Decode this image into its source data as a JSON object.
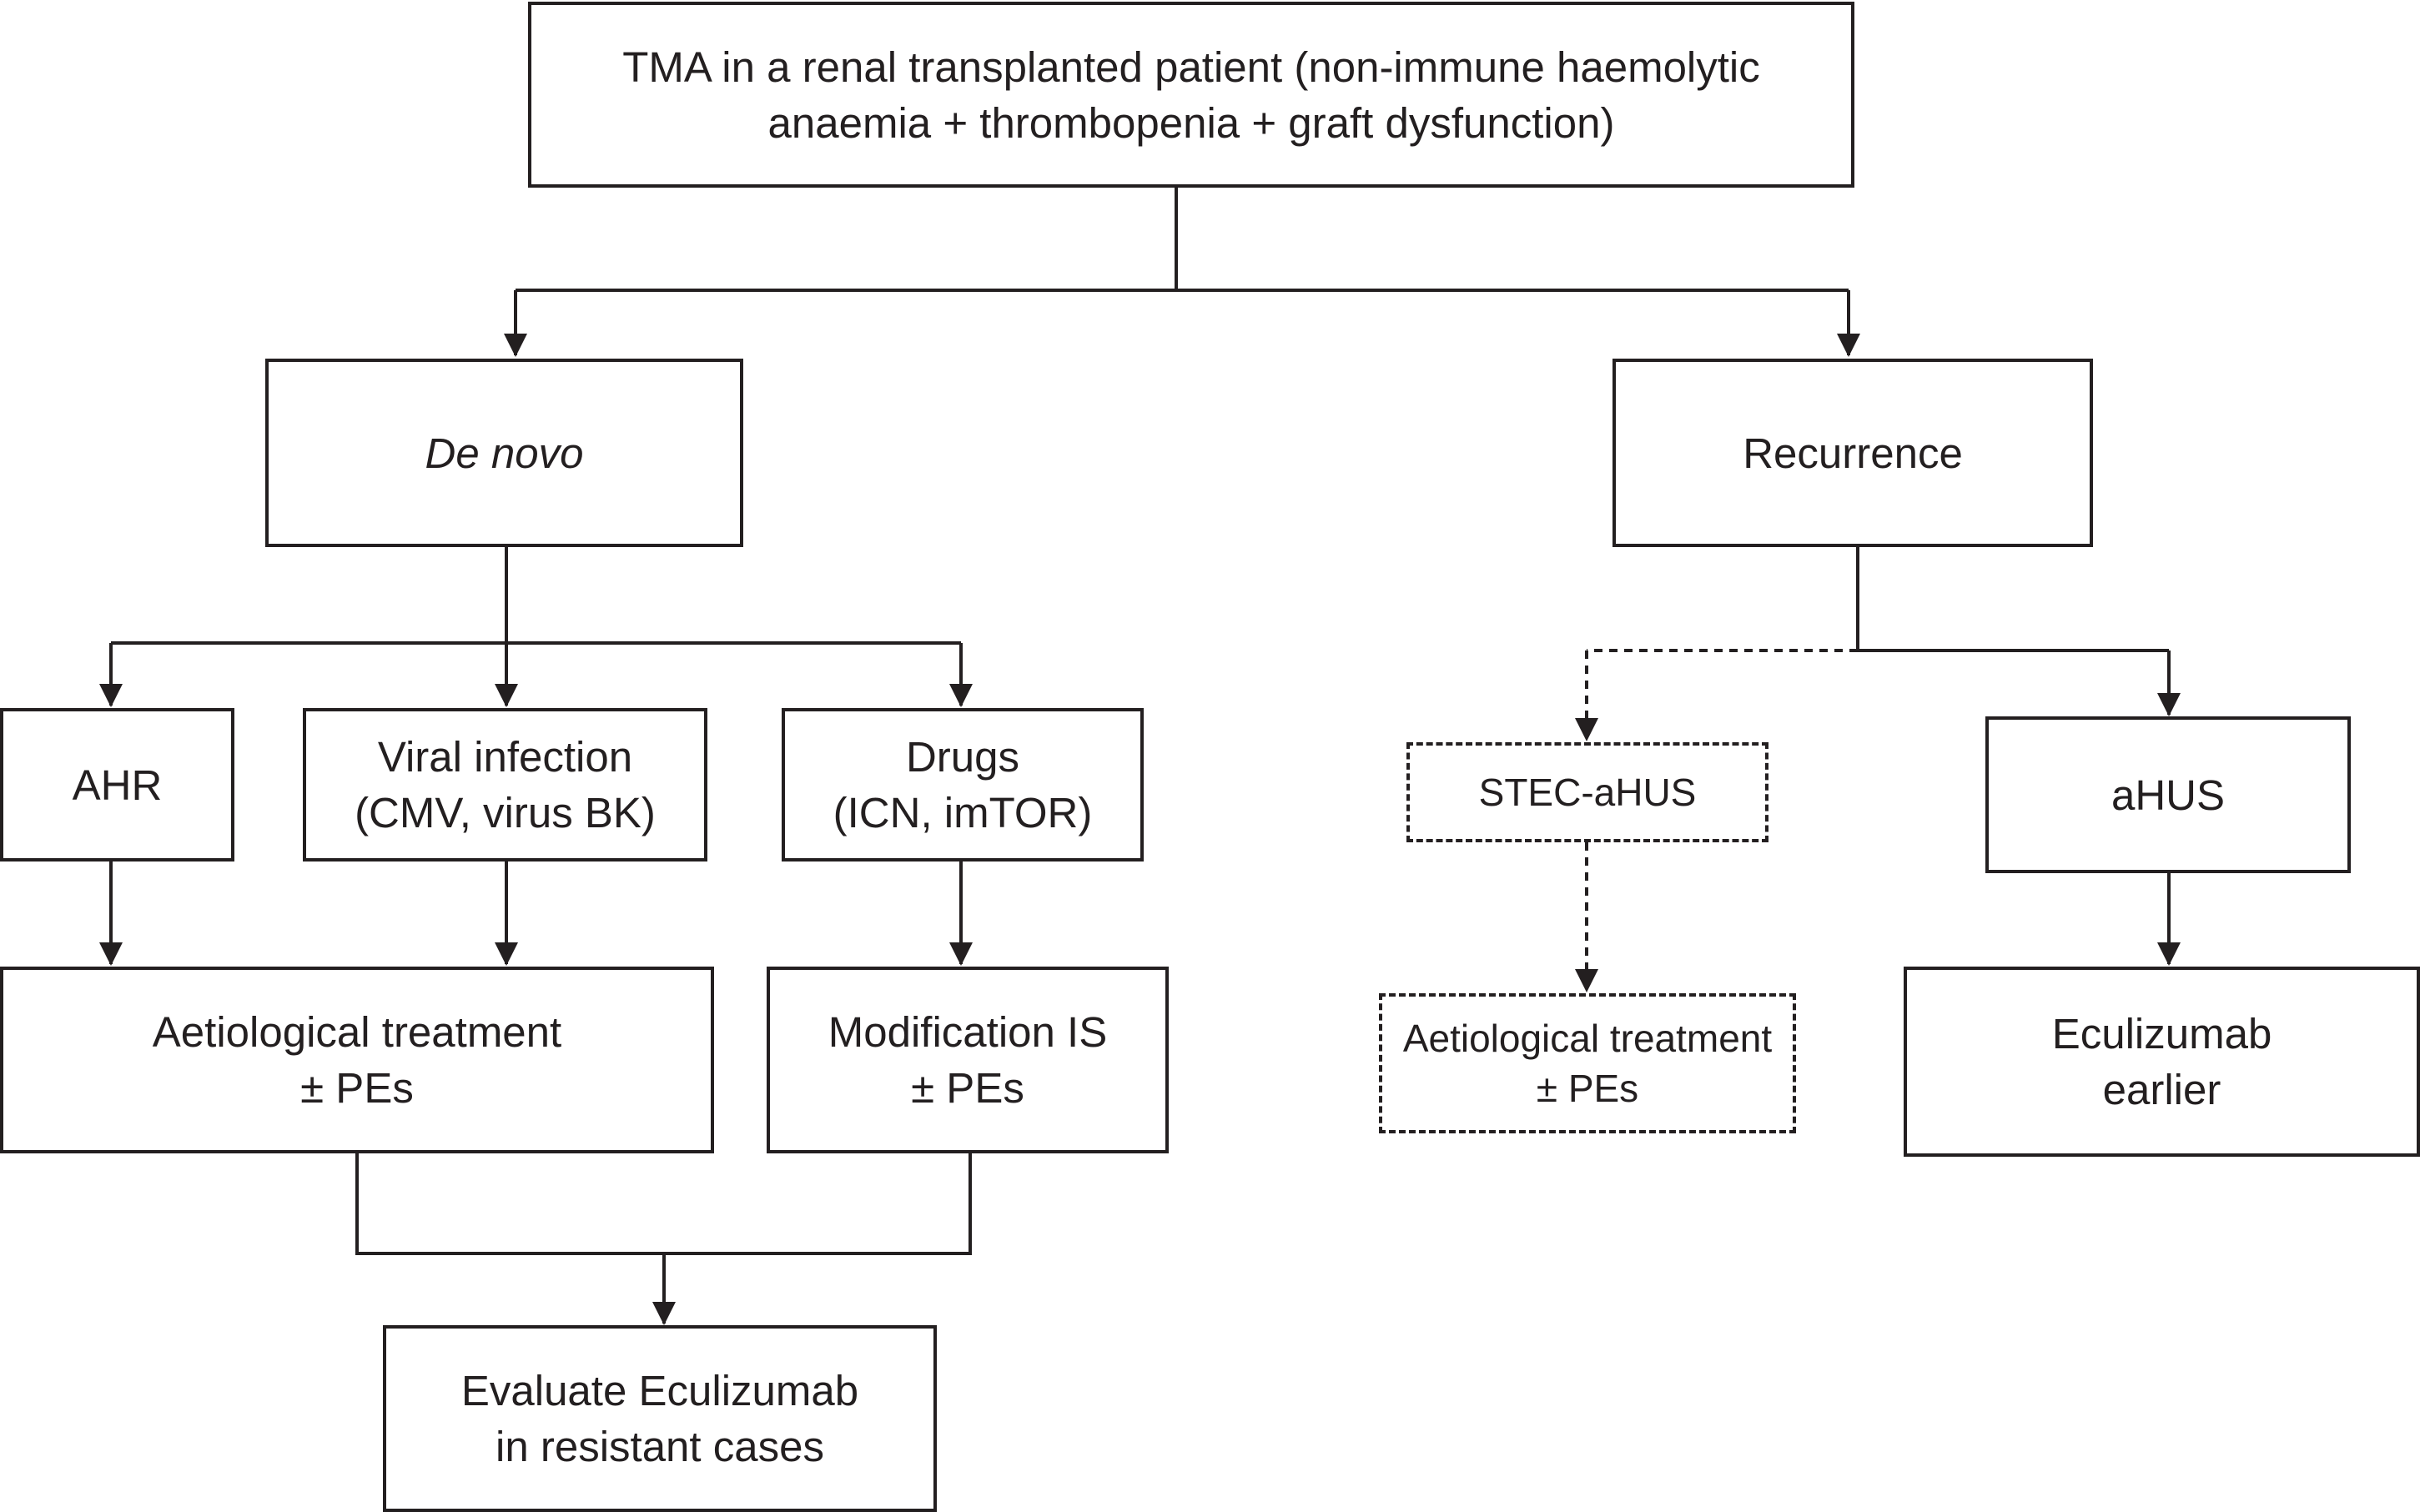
{
  "diagram": {
    "root": {
      "lines": [
        "TMA in a renal transplanted patient (non-immune haemolytic",
        "anaemia + thrombopenia + graft dysfunction)"
      ]
    },
    "de_novo": {
      "label": "De novo",
      "causes": {
        "ahr": {
          "label": "AHR"
        },
        "viral": {
          "lines": [
            "Viral infection",
            "(CMV, virus BK)"
          ]
        },
        "drugs": {
          "lines": [
            "Drugs",
            "(ICN, imTOR)"
          ]
        }
      },
      "treatments": {
        "aetiological": {
          "lines": [
            "Aetiological treatment",
            "± PEs"
          ]
        },
        "modification": {
          "lines": [
            "Modification IS",
            "± PEs"
          ]
        }
      },
      "evaluate": {
        "lines": [
          "Evaluate Eculizumab",
          "in resistant cases"
        ]
      }
    },
    "recurrence": {
      "label": "Recurrence",
      "stec": {
        "label": "STEC-aHUS",
        "treatment": {
          "lines": [
            "Aetiological treatment",
            "± PEs"
          ]
        }
      },
      "ahus": {
        "label": "aHUS",
        "treatment": {
          "lines": [
            "Eculizumab",
            "earlier"
          ]
        }
      }
    }
  },
  "colors": {
    "stroke": "#231f20",
    "background": "#ffffff"
  }
}
